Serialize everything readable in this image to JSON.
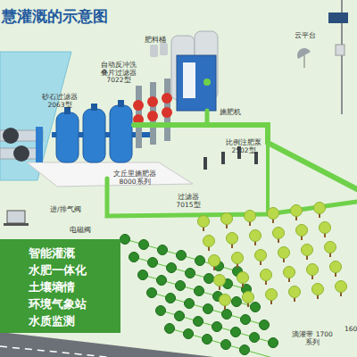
{
  "diagram": {
    "title": "慧灌溉的示意图",
    "nodes": [
      {
        "text": [
          "智能灌溉",
          "水肥一体化",
          "土壤墒情",
          "环境气象站",
          "水质监测"
        ]
      }
    ],
    "labels": [
      "肥料桶",
      "云平台",
      "自动反冲洗 叠片过滤器 7022型",
      "砂石过滤器 2063型",
      "施肥机",
      "比例注肥泵 2502型",
      "文丘里施肥器 8000系列",
      "过滤器 7015型",
      "进/排气阀",
      "电磁阀",
      "滴灌带 1700系列",
      "160"
    ]
  }
}
